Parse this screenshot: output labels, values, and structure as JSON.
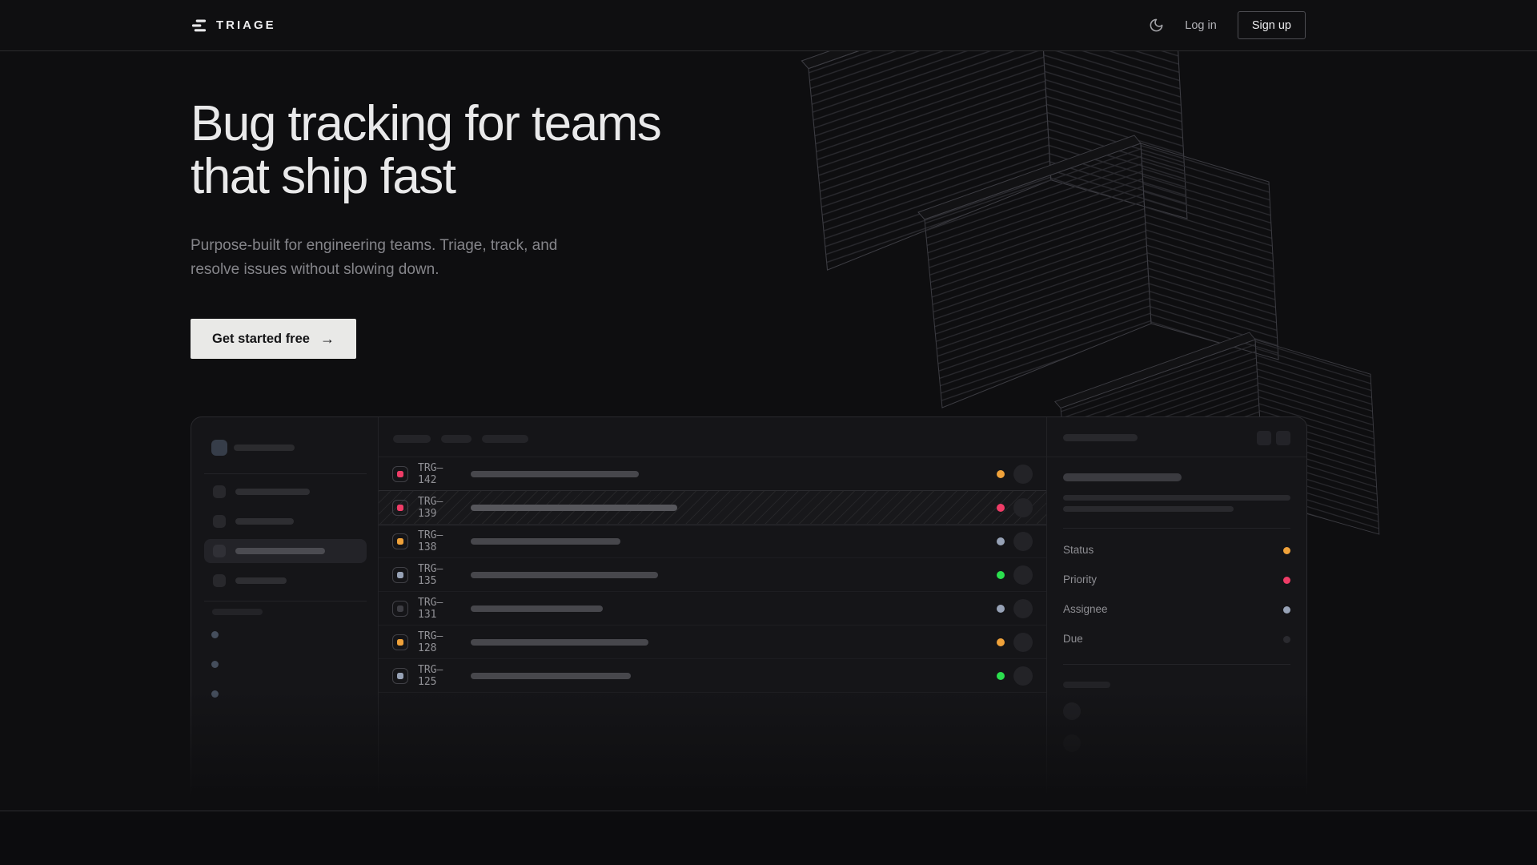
{
  "nav": {
    "brand": "TRIAGE",
    "login_label": "Log in",
    "signup_label": "Sign up"
  },
  "hero": {
    "title_lines": [
      "Bug tracking for teams",
      "that ship fast"
    ],
    "subtitle": "Purpose-built for engineering teams. Triage, track, and resolve issues without slowing down.",
    "cta_label": "Get started free",
    "cta_arrow": "→"
  },
  "colors": {
    "amber": "#f0a23a",
    "pink": "#ef3c67",
    "slate": "#97a2b6",
    "green": "#2bdf4e",
    "gray": "#3e3e44",
    "muted": "#2a2a2f"
  },
  "app_preview": {
    "sidebar": {
      "nav_items": [
        {
          "width": 93,
          "selected": false
        },
        {
          "width": 73,
          "selected": false
        },
        {
          "width": 112,
          "selected": true
        },
        {
          "width": 64,
          "selected": false
        }
      ],
      "dot_count": 3
    },
    "issue_list": {
      "header_pill_widths": [
        47,
        38,
        58
      ],
      "issues": [
        {
          "id": "TRG–142",
          "type_color": "pink",
          "status_color": "amber",
          "title_width": 210,
          "selected": false
        },
        {
          "id": "TRG–139",
          "type_color": "pink",
          "status_color": "pink",
          "title_width": 258,
          "selected": true
        },
        {
          "id": "TRG–138",
          "type_color": "amber",
          "status_color": "slate",
          "title_width": 187,
          "selected": false
        },
        {
          "id": "TRG–135",
          "type_color": "slate",
          "status_color": "green",
          "title_width": 234,
          "selected": false
        },
        {
          "id": "TRG–131",
          "type_color": "gray",
          "status_color": "slate",
          "title_width": 165,
          "selected": false
        },
        {
          "id": "TRG–128",
          "type_color": "amber",
          "status_color": "amber",
          "title_width": 222,
          "selected": false
        },
        {
          "id": "TRG–125",
          "type_color": "slate",
          "status_color": "green",
          "title_width": 200,
          "selected": false
        }
      ]
    },
    "detail_panel": {
      "properties": [
        {
          "label": "Status",
          "color": "amber"
        },
        {
          "label": "Priority",
          "color": "pink"
        },
        {
          "label": "Assignee",
          "color": "slate"
        },
        {
          "label": "Due",
          "color": "muted"
        }
      ]
    }
  }
}
